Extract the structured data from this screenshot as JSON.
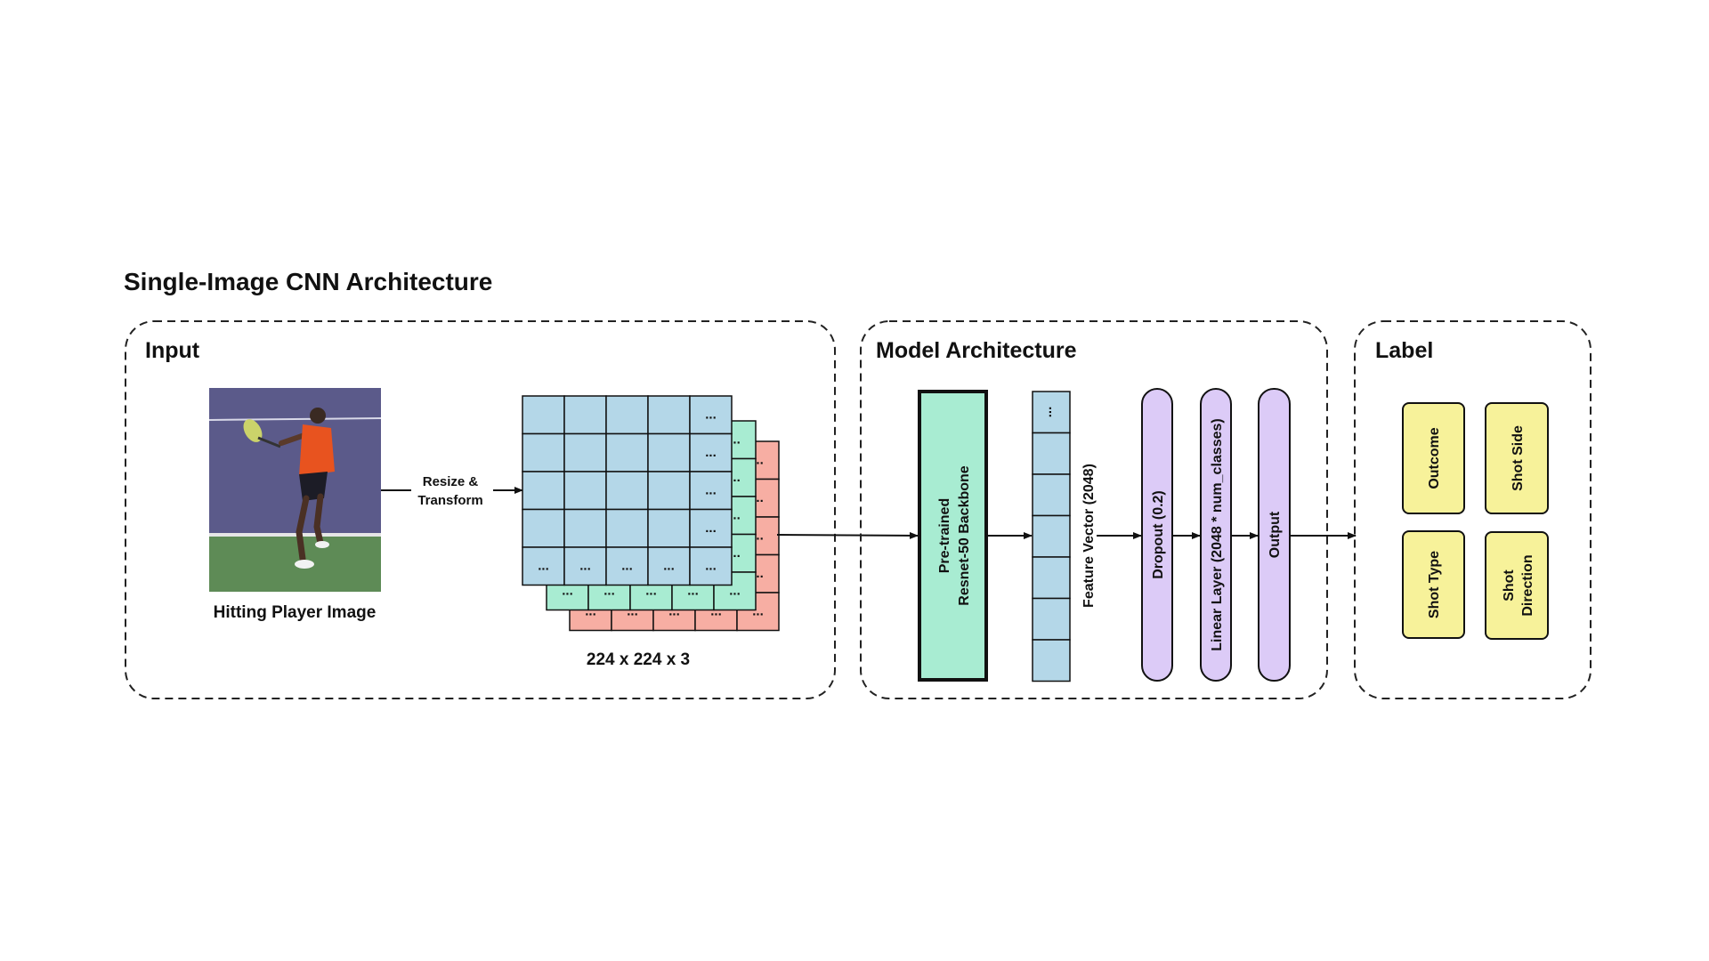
{
  "title": "Single-Image CNN Architecture",
  "input": {
    "title": "Input",
    "image_caption": "Hitting Player Image",
    "transform_label_line1": "Resize &",
    "transform_label_line2": "Transform",
    "tensor_caption": "224 x 224 x 3",
    "ellipsis": "...",
    "channel_colors": [
      "#b4d7e8",
      "#a8ecd2",
      "#f7aea3"
    ]
  },
  "model": {
    "title": "Model Architecture",
    "backbone_line1": "Pre-trained",
    "backbone_line2": "Resnet-50 Backbone",
    "feature_vector_label": "Feature Vector (2048)",
    "feature_vector_ellipsis": "...",
    "dropout_label": "Dropout (0.2)",
    "linear_label": "Linear Layer (2048 * num_classes)",
    "output_label": "Output",
    "backbone_color": "#a8ecd2",
    "layer_color": "#dccbf7"
  },
  "label": {
    "title": "Label",
    "outcome": "Outcome",
    "shot_side": "Shot Side",
    "shot_type": "Shot Type",
    "shot_direction_line1": "Shot",
    "shot_direction_line2": "Direction",
    "label_color": "#f7f29a"
  }
}
